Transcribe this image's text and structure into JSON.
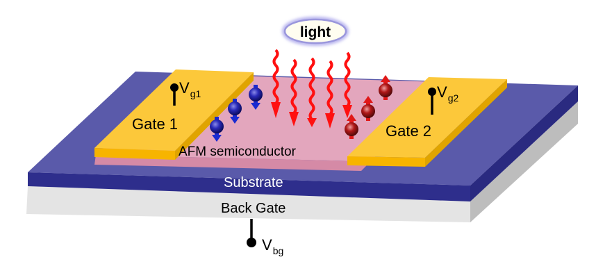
{
  "diagram": {
    "light_label": "light",
    "gate1": {
      "label": "Gate 1",
      "voltage_main": "V",
      "voltage_sub": "g1"
    },
    "gate2": {
      "label": "Gate 2",
      "voltage_main": "V",
      "voltage_sub": "g2"
    },
    "semiconductor_label": "AFM semiconductor",
    "substrate_label": "Substrate",
    "back_gate_label": "Back Gate",
    "back_gate_voltage": {
      "main": "V",
      "sub": "bg"
    },
    "spin_down_count": 3,
    "spin_up_count": 3,
    "light_ray_count": 5
  },
  "colors": {
    "substrate_top": "#5a5aaa",
    "substrate_edge": "#2e2e8c",
    "back_gate_front": "#e4e4e4",
    "back_gate_side": "#bdbdbd",
    "semiconductor": "#e3a6bd",
    "semiconductor_edge": "#d58aa6",
    "gate_top": "#fcc83a",
    "gate_edge": "#e0a400",
    "light_ray": "#ff1010",
    "spin_down": "#2020c0",
    "spin_up": "#c01818",
    "light_bubble_border": "#9a96dc",
    "light_bubble_fill": "#fffdf0"
  }
}
